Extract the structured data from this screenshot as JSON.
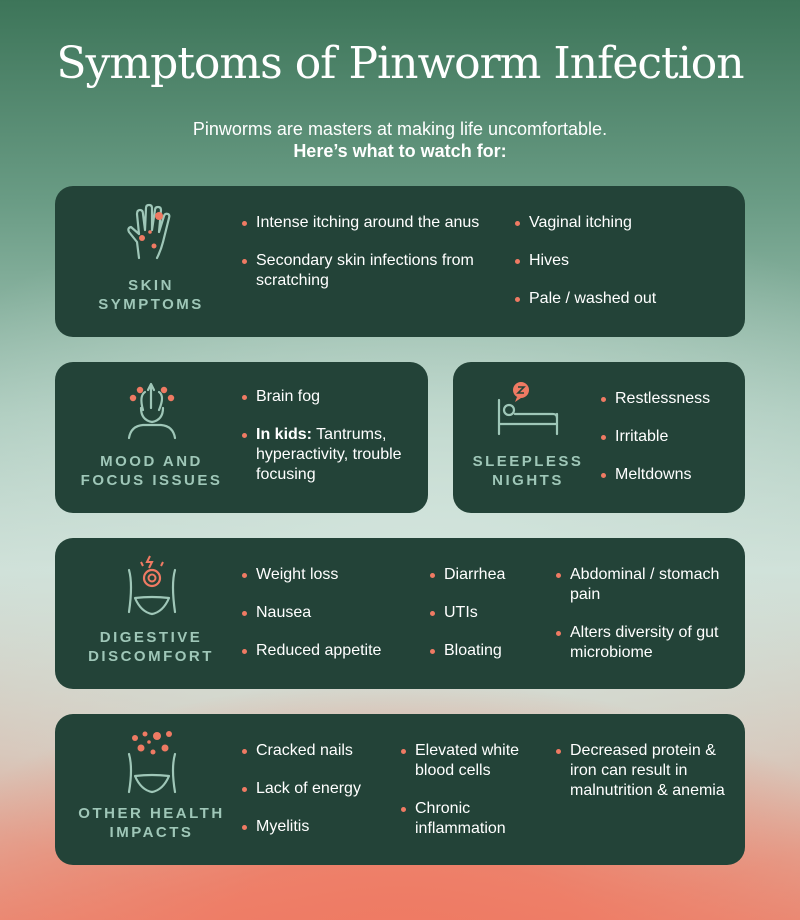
{
  "title": "Symptoms of Pinworm Infection",
  "subtitle_line1": "Pinworms are masters at making life uncomfortable.",
  "subtitle_line2": "Here’s what to watch for:",
  "colors": {
    "card": "#234338",
    "accent": "#ef7a63",
    "category_text": "#9fc7b8"
  },
  "skin": {
    "label_1": "SKIN",
    "label_2": "SYMPTOMS",
    "icon": "hand-icon",
    "col1": [
      "Intense itching around the anus",
      "Secondary skin infections from scratching"
    ],
    "col2": [
      "Vaginal itching",
      "Hives",
      "Pale / washed out"
    ]
  },
  "mood": {
    "label_1": "MOOD AND",
    "label_2": "FOCUS ISSUES",
    "icon": "head-icon",
    "item1": "Brain fog",
    "kids_prefix": "In kids:",
    "kids_text": " Tantrums, hyperactivity, trouble focusing"
  },
  "sleep": {
    "label_1": "SLEEPLESS",
    "label_2": "NIGHTS",
    "icon": "bed-icon",
    "items": [
      "Restlessness",
      "Irritable",
      "Meltdowns"
    ]
  },
  "digestive": {
    "label_1": "DIGESTIVE",
    "label_2": "DISCOMFORT",
    "icon": "abdomen-icon",
    "col1": [
      "Weight loss",
      "Nausea",
      "Reduced appetite"
    ],
    "col2": [
      "Diarrhea",
      "UTIs",
      "Bloating"
    ],
    "col3": [
      "Abdominal / stomach pain",
      "Alters diversity of gut microbiome"
    ]
  },
  "other": {
    "label_1": "OTHER HEALTH",
    "label_2": "IMPACTS",
    "icon": "pelvis-icon",
    "col1": [
      "Cracked nails",
      "Lack of energy",
      "Myelitis"
    ],
    "col2": [
      "Elevated white blood cells",
      "Chronic inflammation"
    ],
    "col3": [
      "Decreased protein & iron can result in malnutrition & anemia"
    ]
  }
}
